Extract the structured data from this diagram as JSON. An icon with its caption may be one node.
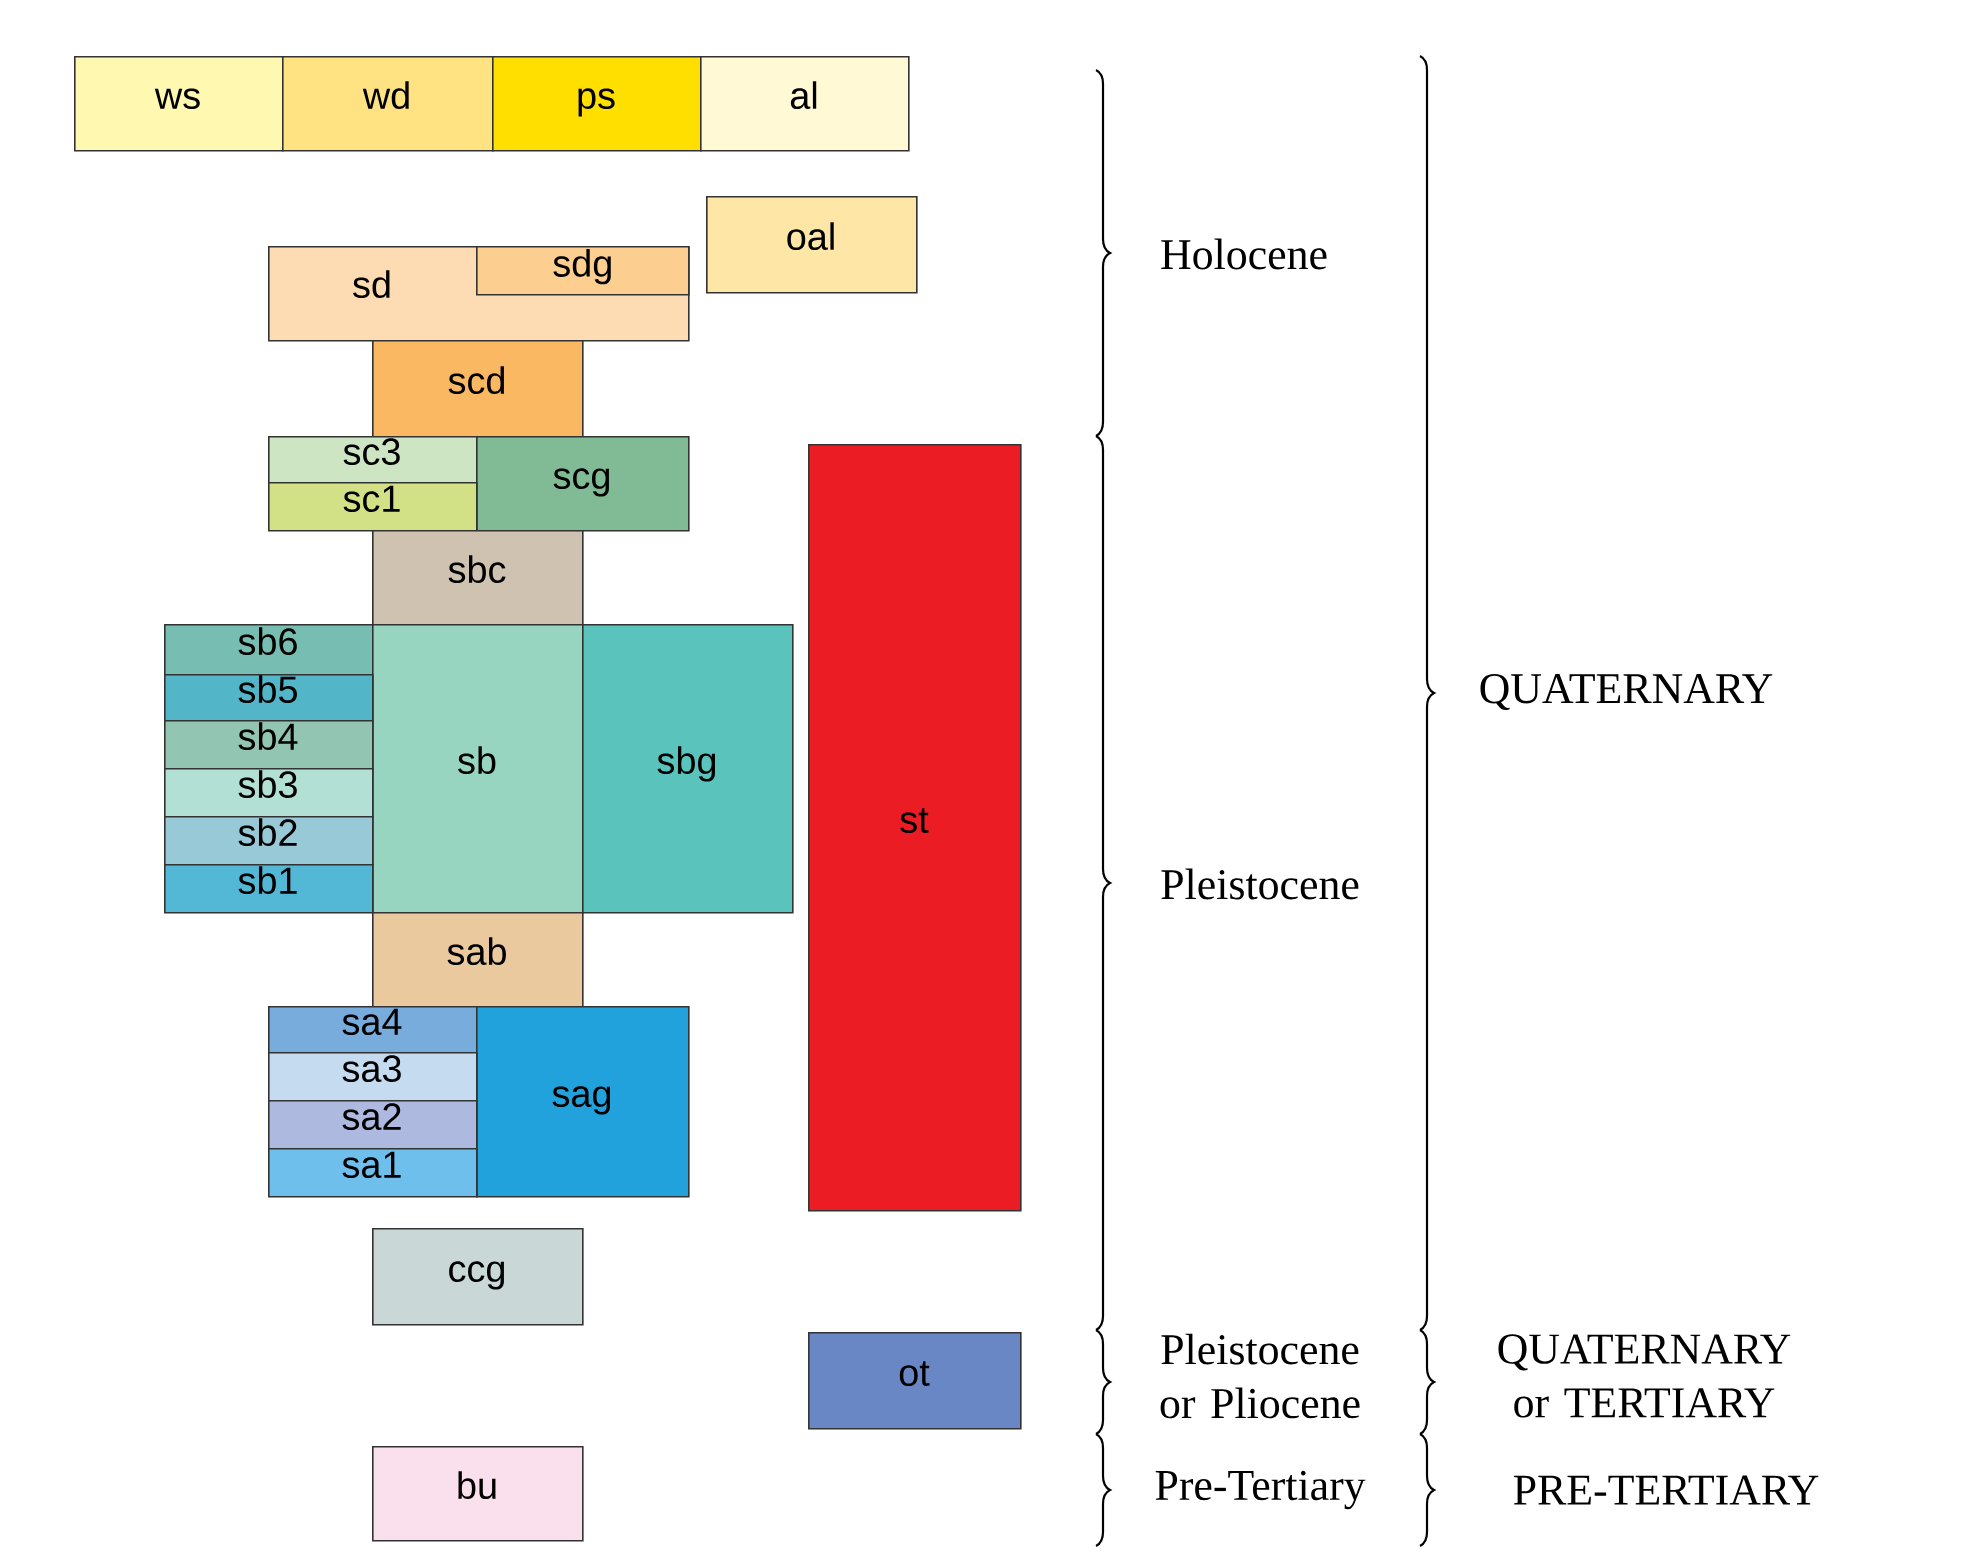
{
  "diagram": {
    "nodes": [
      {
        "text": [
          "ws"
        ]
      },
      {
        "text": [
          "wd"
        ]
      },
      {
        "text": [
          "ps"
        ]
      },
      {
        "text": [
          "al"
        ]
      },
      {
        "text": [
          "oal"
        ]
      },
      {
        "text": [
          "sd"
        ]
      },
      {
        "text": [
          "sdg"
        ],
        "in": 5
      },
      {
        "text": [
          "scd"
        ]
      },
      {
        "text": [
          "sc3"
        ]
      },
      {
        "text": [
          "scg"
        ]
      },
      {
        "text": [
          "sc1"
        ]
      },
      {
        "text": [
          "st"
        ]
      },
      {
        "text": [
          "sbc"
        ]
      },
      {
        "text": [
          "sb6"
        ]
      },
      {
        "text": [
          "sb"
        ]
      },
      {
        "text": [
          "sbg"
        ]
      },
      {
        "text": [
          "sb5"
        ]
      },
      {
        "text": [
          "sb4"
        ]
      },
      {
        "text": [
          "sb3"
        ]
      },
      {
        "text": [
          "sb2"
        ]
      },
      {
        "text": [
          "sb1"
        ]
      },
      {
        "text": [
          "sab"
        ]
      },
      {
        "text": [
          "sa4"
        ]
      },
      {
        "text": [
          "sag"
        ]
      },
      {
        "text": [
          "sa3"
        ]
      },
      {
        "text": [
          "sa2"
        ]
      },
      {
        "text": [
          "sa1"
        ]
      },
      {
        "text": [
          "ccg"
        ]
      },
      {
        "text": [
          "ot"
        ]
      },
      {
        "text": [
          "bu"
        ]
      }
    ],
    "edges": [],
    "labels": [
      "Holocene",
      "QUATERNARY",
      "Pleistocene",
      "Pleistocene or Pliocene",
      "QUATERNARY or TERTIARY",
      "Pre-Tertiary",
      "PRE-TERTIARY"
    ]
  }
}
